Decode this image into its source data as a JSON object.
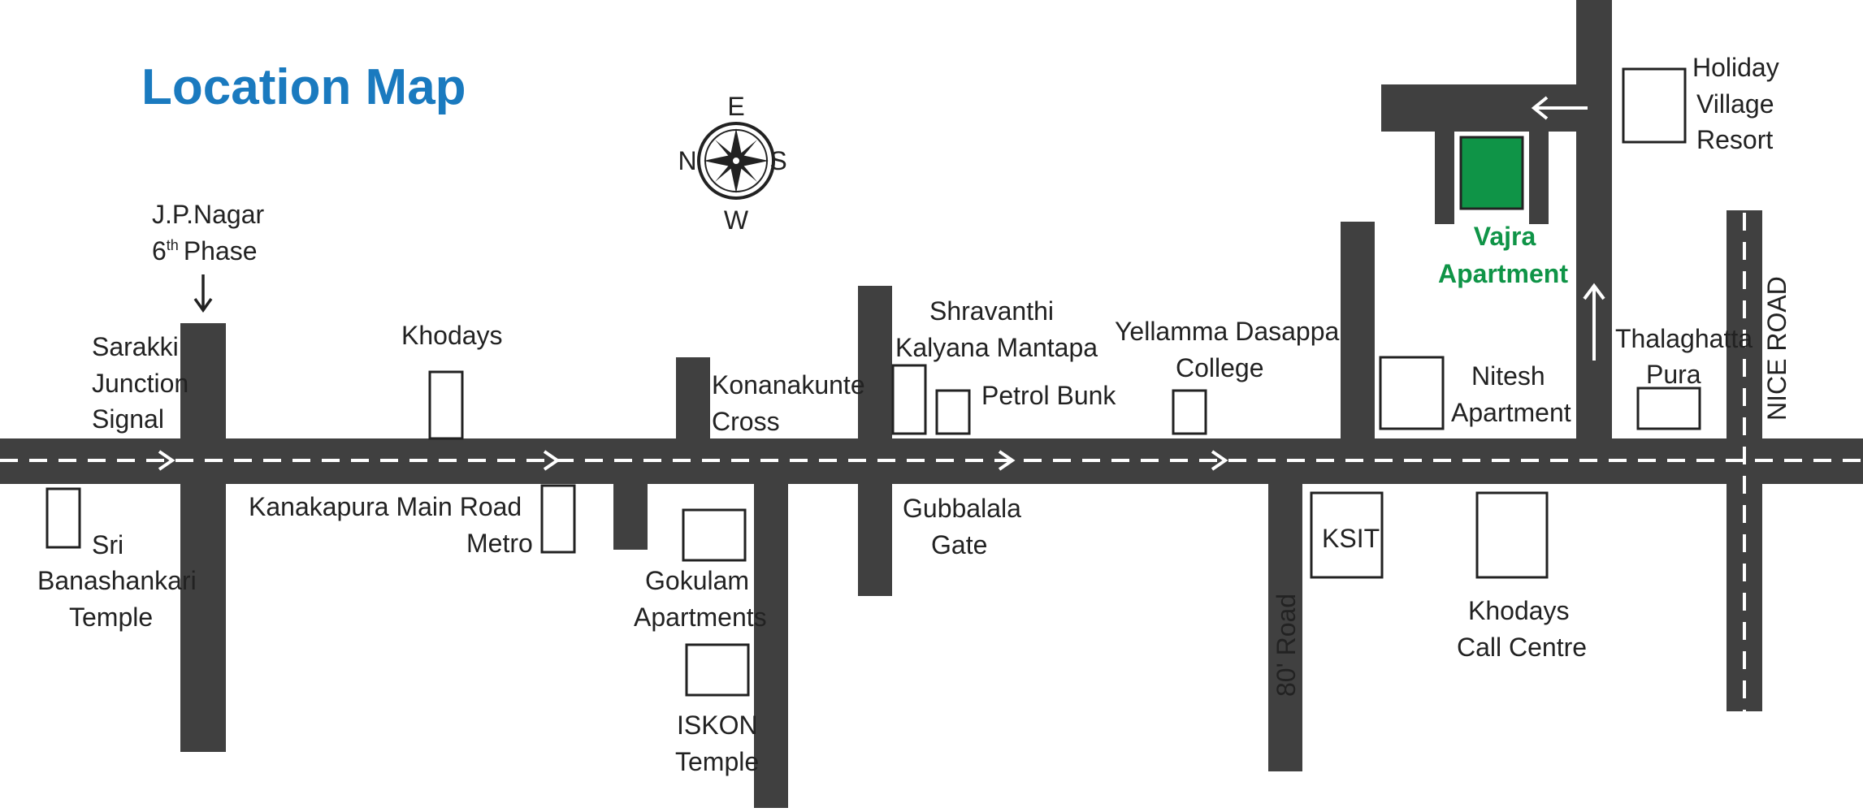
{
  "title": "Location Map",
  "colors": {
    "title": "#1a7abf",
    "destination": "#0f9447",
    "road": "#404040"
  },
  "compass": {
    "top": "E",
    "left": "N",
    "right": "S",
    "bottom": "W"
  },
  "roads": {
    "main_road": "Kanakapura Main Road",
    "eighty_feet_road": "80' Road",
    "nice_road": "NICE ROAD"
  },
  "destination": {
    "line1": "Vajra",
    "line2": "Apartment"
  },
  "landmarks": {
    "jp_nagar": {
      "line1": "J.P.Nagar",
      "line2_pre": "6",
      "line2_sup": "th",
      "line2_post": "Phase"
    },
    "sarakki": [
      "Sarakki",
      "Junction",
      "Signal"
    ],
    "banashankari": [
      "Sri",
      "Banashankari",
      "Temple"
    ],
    "khodays": "Khodays",
    "metro": "Metro",
    "konanakunte": [
      "Konanakunte",
      "Cross"
    ],
    "gokulam": [
      "Gokulam",
      "Apartments"
    ],
    "iskon": [
      "ISKON",
      "Temple"
    ],
    "shravanthi": [
      "Shravanthi",
      "Kalyana Mantapa"
    ],
    "petrol_bunk": "Petrol Bunk",
    "gubbalala": [
      "Gubbalala",
      "Gate"
    ],
    "yellamma": [
      "Yellamma Dasappa",
      "College"
    ],
    "ksit": "KSIT",
    "nitesh": [
      "Nitesh",
      "Apartment"
    ],
    "khodays_call": [
      "Khodays",
      "Call Centre"
    ],
    "thalaghatta": [
      "Thalaghatta",
      "Pura"
    ],
    "holiday": [
      "Holiday",
      "Village",
      "Resort"
    ]
  }
}
